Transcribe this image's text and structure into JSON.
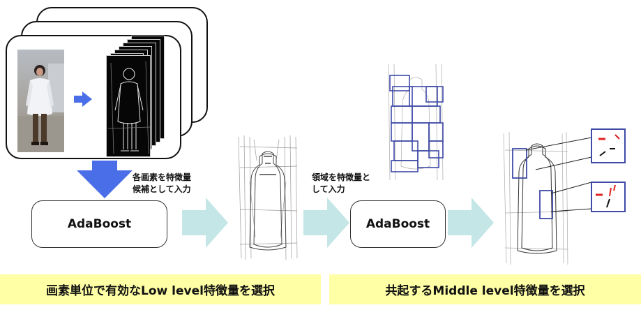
{
  "left": {
    "note": "各画素を特徴量\n候補として入力",
    "adaboost": "AdaBoost",
    "banner": "画素単位で有効なLow level特徴量を選択"
  },
  "right": {
    "note": "領域を特徴量と\nして入力",
    "adaboost": "AdaBoost",
    "banner": "共起するMiddle level特徴量を選択"
  },
  "colors": {
    "big_arrow": "#4a6ee8",
    "flow_arrow": "#c4e6e6",
    "banner": "#ffffa6",
    "region_box": "#3f4aa6",
    "feature_red": "#e02020"
  },
  "icons": [
    "pedestrian-photo",
    "edge-image-stack",
    "bottle-edge-map",
    "region-grid",
    "feature-zoom"
  ]
}
